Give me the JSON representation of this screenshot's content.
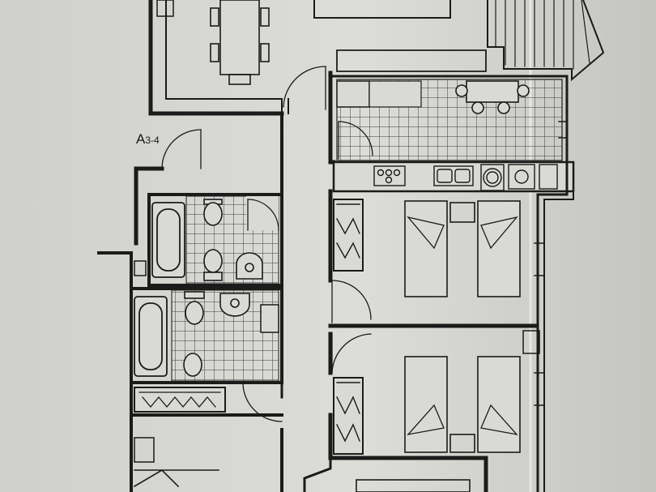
{
  "plan": {
    "unit_label": "A",
    "unit_label_suffix": "3-4"
  },
  "colors": {
    "paper": "#d9dad6",
    "paper_shadow": "#b9bab5",
    "wall": "#1b1b1b",
    "line": "#2a2a2a",
    "tile": "#4a4a4a"
  },
  "rooms": [
    {
      "name": "dining-room",
      "furniture": [
        "dining-table",
        "chairs"
      ]
    },
    {
      "name": "kitchen",
      "furniture": [
        "breakfast-table",
        "stove",
        "sink",
        "washer"
      ]
    },
    {
      "name": "bathroom-1",
      "furniture": [
        "bathtub",
        "bidet",
        "toilet",
        "washbasin"
      ]
    },
    {
      "name": "bathroom-2",
      "furniture": [
        "bathtub",
        "bidet",
        "toilet",
        "washbasin"
      ]
    },
    {
      "name": "bedroom-1",
      "furniture": [
        "twin-beds",
        "wardrobe"
      ]
    },
    {
      "name": "bedroom-2",
      "furniture": [
        "twin-beds",
        "wardrobe"
      ]
    },
    {
      "name": "bedroom-3",
      "furniture": [
        "bed",
        "wardrobe"
      ]
    },
    {
      "name": "terrace",
      "furniture": []
    }
  ]
}
